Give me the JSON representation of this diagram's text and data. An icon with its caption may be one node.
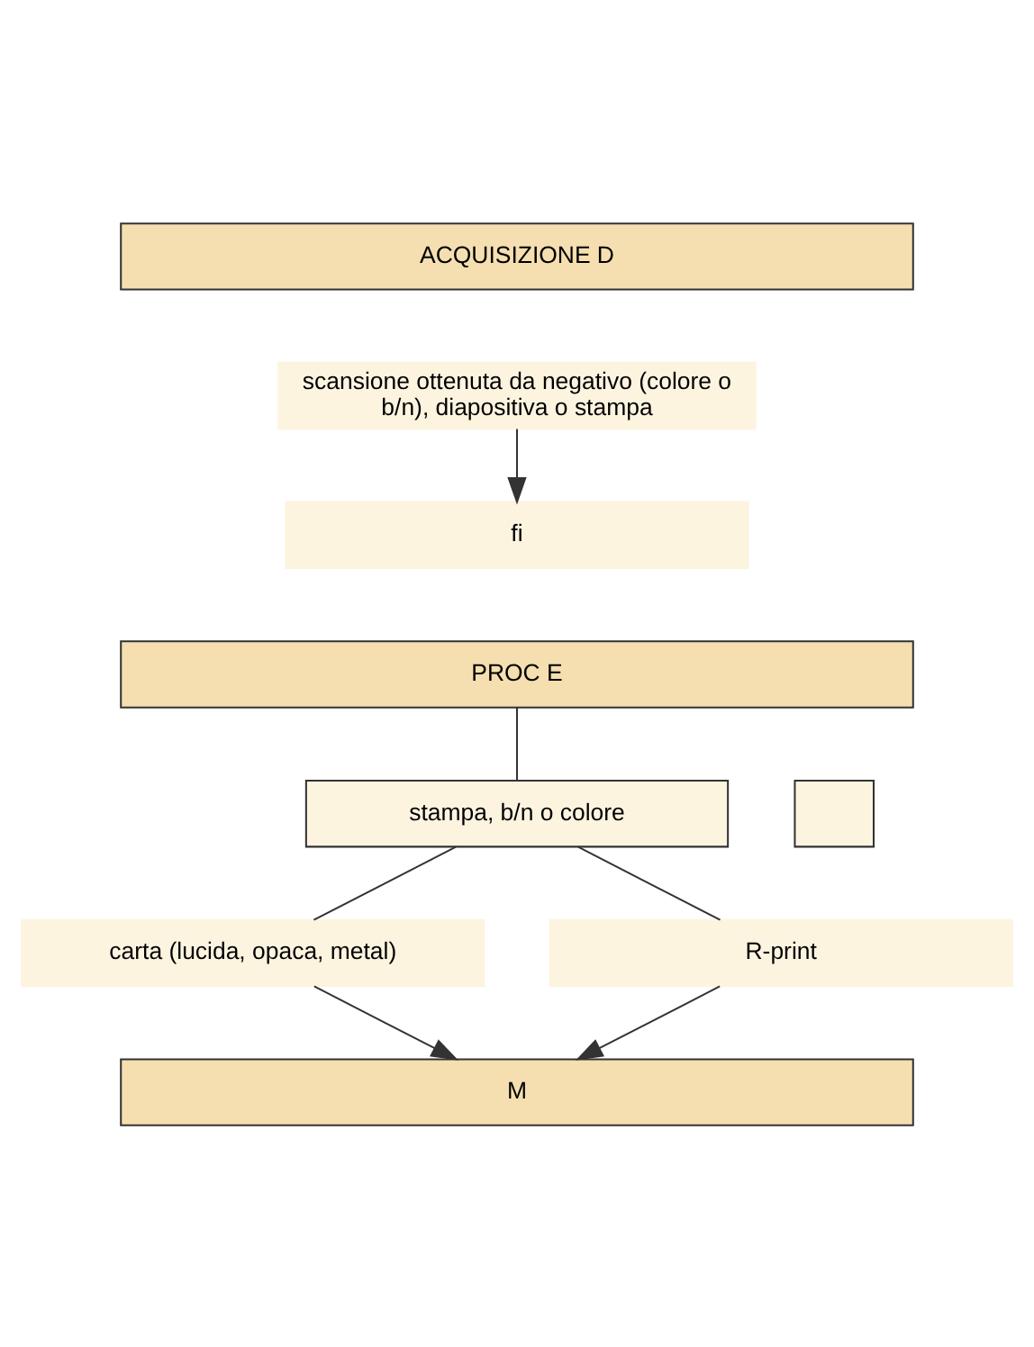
{
  "diagram": {
    "nodes": [
      {
        "text": [
          "ACQUISIZIONE D"
        ]
      },
      {
        "text": [
          "scansione ottenuta da negativo (colore o b/n), diapositiva o stampa"
        ]
      },
      {
        "text": [
          "fi"
        ]
      },
      {
        "text": [
          "PROC E"
        ]
      },
      {
        "text": [
          "stampa, b/n o colore"
        ]
      },
      {
        "text": [],
        "shape": "box"
      },
      {
        "text": [
          "carta (lucida, opaca, metal)"
        ]
      },
      {
        "text": [
          "R-print"
        ]
      },
      {
        "text": [
          "M"
        ]
      }
    ],
    "edges": [
      {
        "from": 1,
        "to": 2,
        "arrow": "to"
      },
      {
        "from": 3,
        "to": 4,
        "arrow": "none"
      },
      {
        "from": 4,
        "to": 6,
        "arrow": "none"
      },
      {
        "from": 4,
        "to": 7,
        "arrow": "none"
      },
      {
        "from": 6,
        "to": 8,
        "arrow": "to"
      },
      {
        "from": 7,
        "to": 8,
        "arrow": "to"
      }
    ]
  }
}
